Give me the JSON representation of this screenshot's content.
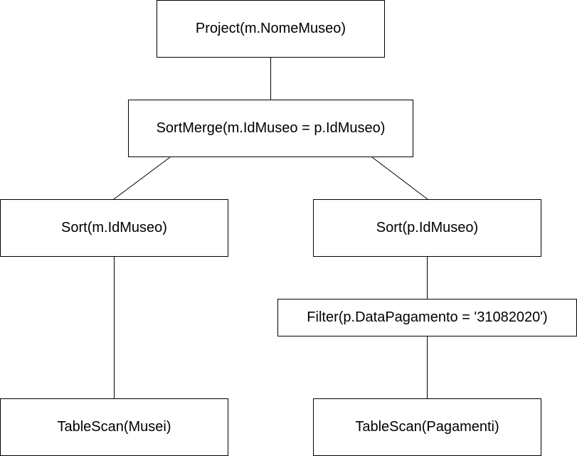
{
  "diagram": {
    "nodes": {
      "project": "Project(m.NomeMuseo)",
      "sortmerge": "SortMerge(m.IdMuseo = p.IdMuseo)",
      "sort_m": "Sort(m.IdMuseo)",
      "sort_p": "Sort(p.IdMuseo)",
      "filter": "Filter(p.DataPagamento = '31082020')",
      "scan_m": "TableScan(Musei)",
      "scan_p": "TableScan(Pagamenti)"
    },
    "edges": [
      {
        "from": "project",
        "to": "sortmerge"
      },
      {
        "from": "sortmerge",
        "to": "sort_m"
      },
      {
        "from": "sortmerge",
        "to": "sort_p"
      },
      {
        "from": "sort_m",
        "to": "scan_m"
      },
      {
        "from": "sort_p",
        "to": "filter"
      },
      {
        "from": "filter",
        "to": "scan_p"
      }
    ],
    "colors": {
      "stroke": "#000000",
      "fill": "#ffffff",
      "text": "#000000"
    }
  }
}
